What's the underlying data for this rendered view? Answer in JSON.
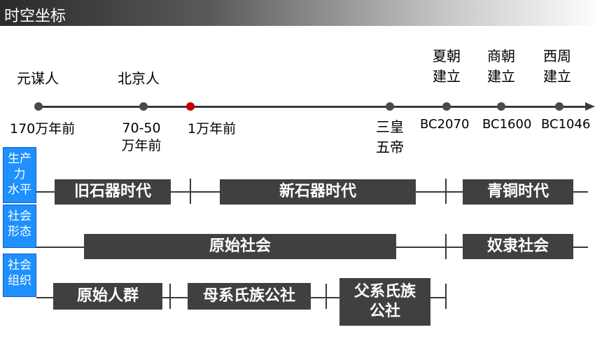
{
  "title": "时空坐标",
  "timeline": {
    "points": [
      {
        "event": "元谋人",
        "date": "170万年前"
      },
      {
        "event": "北京人",
        "date": "70-50\n万年前"
      },
      {
        "event": "",
        "date": "1万年前"
      },
      {
        "event": "",
        "date": "三皇\n五帝"
      },
      {
        "event": "夏朝\n建立",
        "date": "BC2070"
      },
      {
        "event": "商朝\n建立",
        "date": "BC1600"
      },
      {
        "event": "西周\n建立",
        "date": "BC1046"
      }
    ]
  },
  "rows": [
    {
      "label": "生产力\n水平",
      "segments": [
        "旧石器时代",
        "新石器时代",
        "青铜时代"
      ]
    },
    {
      "label": "社会\n形态",
      "segments": [
        "原始社会",
        "奴隶社会"
      ]
    },
    {
      "label": "社会\n组织",
      "segments": [
        "原始人群",
        "母系氏族公社",
        "父系氏族\n公社"
      ]
    }
  ],
  "colors": {
    "highlight_dot": "#c00000",
    "row_label_bg": "#1e90ff",
    "box_bg": "#404040"
  }
}
